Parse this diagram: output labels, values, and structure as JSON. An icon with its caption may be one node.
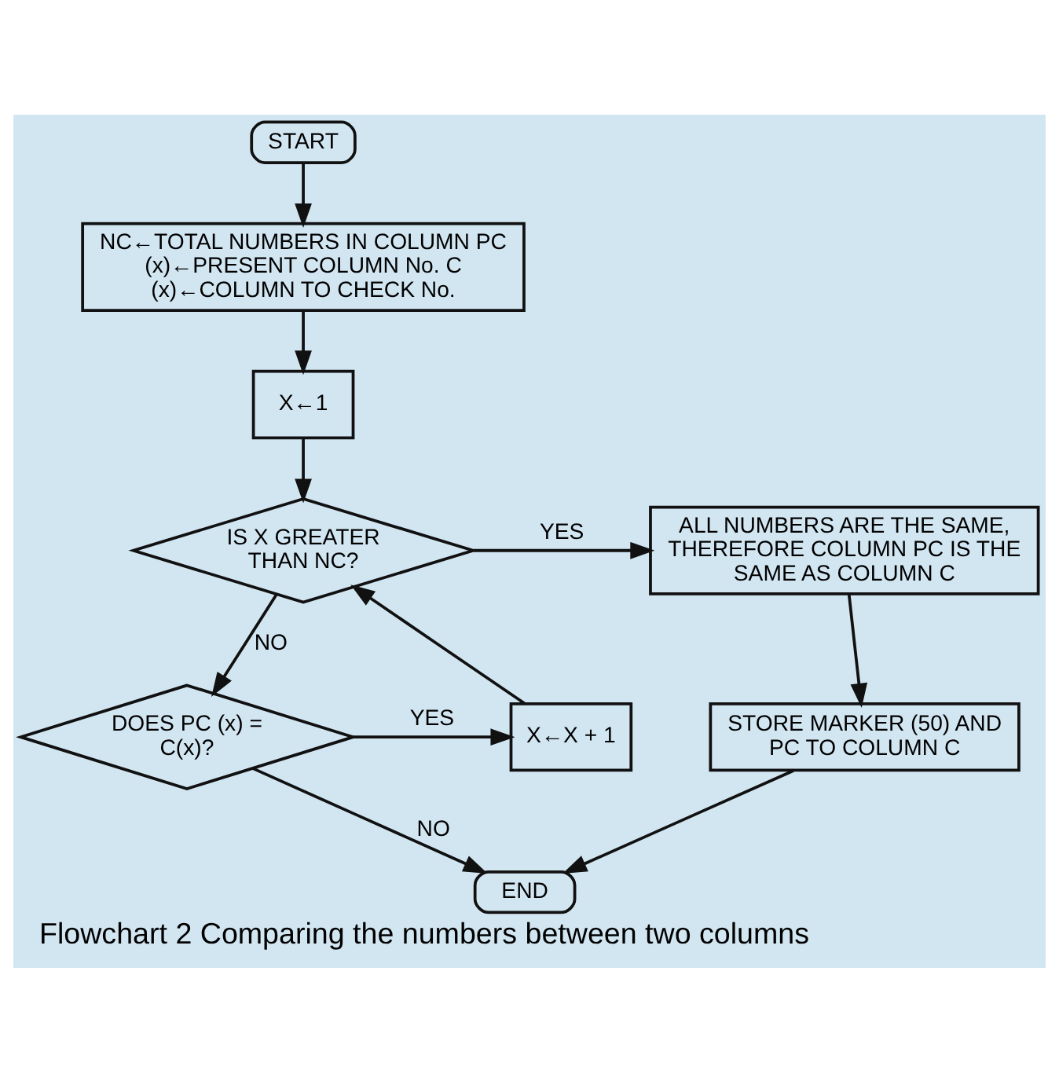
{
  "diagram": {
    "caption": "Flowchart 2 Comparing the numbers between two columns",
    "nodes": [
      {
        "text": [
          "START"
        ]
      },
      {
        "text": [
          "NC←TOTAL NUMBERS IN COLUMN PC (x)←PRESENT COLUMN No. C (x)←COLUMN TO CHECK No."
        ]
      },
      {
        "text": [
          "X←1"
        ]
      },
      {
        "text": [
          "IS X GREATER THAN NC?"
        ]
      },
      {
        "text": [
          "ALL NUMBERS ARE THE SAME, THEREFORE COLUMN PC IS THE SAME AS COLUMN C"
        ]
      },
      {
        "text": [
          "X←X + 1"
        ]
      },
      {
        "text": [
          "DOES PC (x) = C(x)?"
        ]
      },
      {
        "text": [
          "STORE MARKER (50) AND PC TO COLUMN C"
        ]
      },
      {
        "text": [
          "END"
        ]
      }
    ],
    "edges": [
      {
        "from": 0,
        "to": 1,
        "arrow": "to"
      },
      {
        "from": 1,
        "to": 2,
        "arrow": "to"
      },
      {
        "from": 2,
        "to": 3,
        "arrow": "to"
      },
      {
        "from": 3,
        "to": 4,
        "arrow": "to",
        "label": "YES"
      },
      {
        "from": 3,
        "to": 6,
        "arrow": "to",
        "label": "NO"
      },
      {
        "from": 6,
        "to": 5,
        "arrow": "to",
        "label": "YES"
      },
      {
        "from": 5,
        "to": 3,
        "arrow": "to"
      },
      {
        "from": 4,
        "to": 7,
        "arrow": "to"
      },
      {
        "from": 7,
        "to": 8,
        "arrow": "to"
      },
      {
        "from": 6,
        "to": 8,
        "arrow": "to",
        "label": "NO"
      }
    ]
  }
}
